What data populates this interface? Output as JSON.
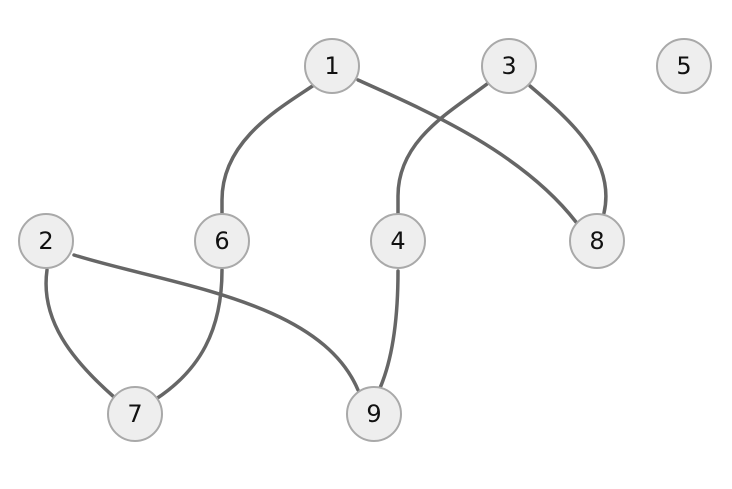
{
  "graph": {
    "nodes": [
      {
        "id": "1",
        "label": "1"
      },
      {
        "id": "2",
        "label": "2"
      },
      {
        "id": "3",
        "label": "3"
      },
      {
        "id": "4",
        "label": "4"
      },
      {
        "id": "5",
        "label": "5"
      },
      {
        "id": "6",
        "label": "6"
      },
      {
        "id": "7",
        "label": "7"
      },
      {
        "id": "8",
        "label": "8"
      },
      {
        "id": "9",
        "label": "9"
      }
    ],
    "edges": [
      {
        "from": "1",
        "to": "6"
      },
      {
        "from": "1",
        "to": "8"
      },
      {
        "from": "3",
        "to": "4"
      },
      {
        "from": "3",
        "to": "8"
      },
      {
        "from": "2",
        "to": "7"
      },
      {
        "from": "2",
        "to": "9"
      },
      {
        "from": "6",
        "to": "7"
      },
      {
        "from": "4",
        "to": "9"
      }
    ],
    "colors": {
      "node_fill": "#eeeeee",
      "node_stroke": "#a9a9a9",
      "edge": "#666666",
      "label": "#111111",
      "background": "#ffffff"
    }
  }
}
